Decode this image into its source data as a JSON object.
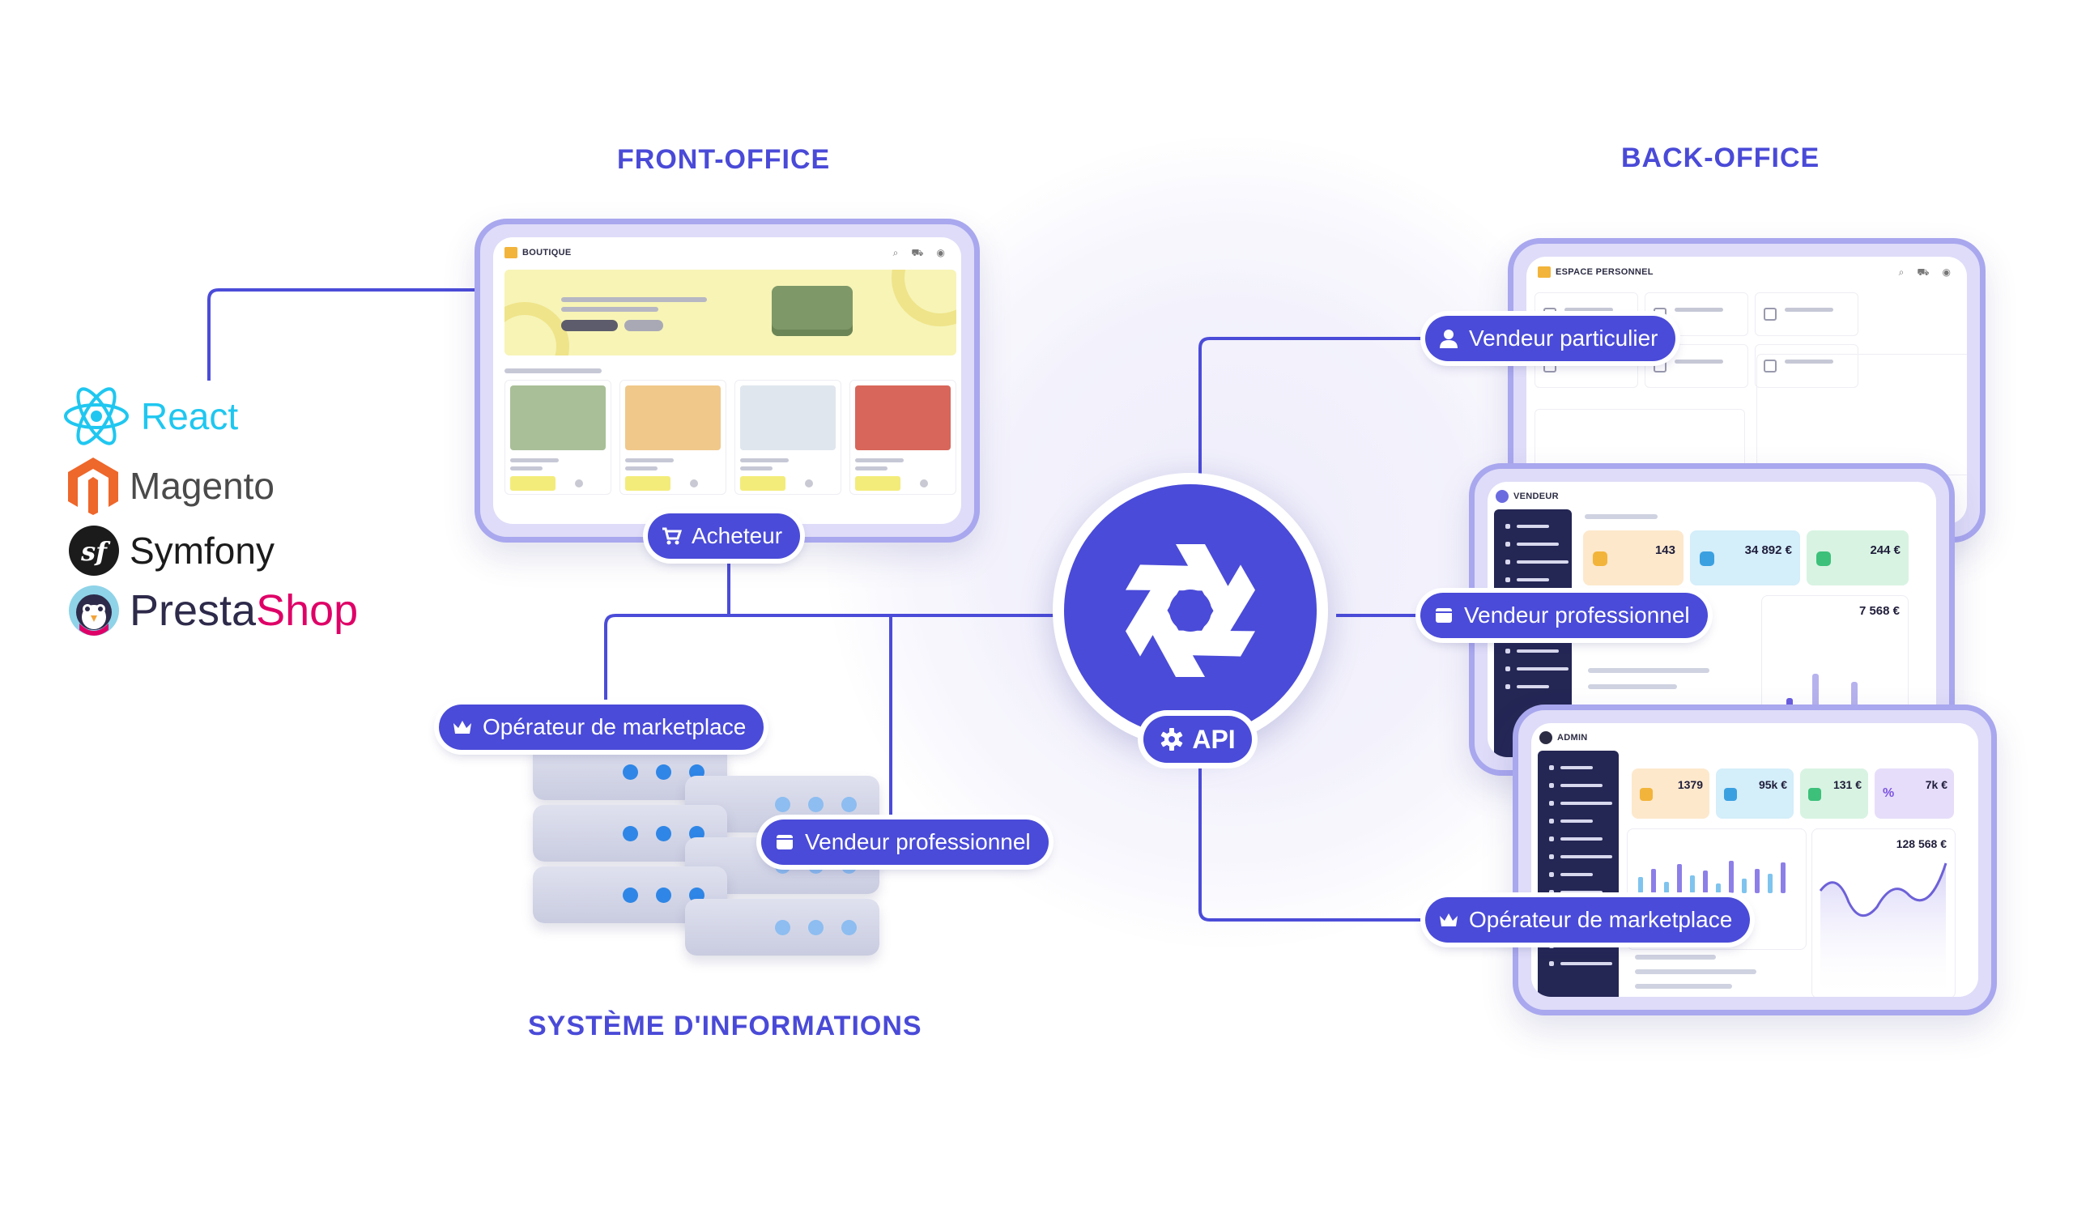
{
  "sections": {
    "front_office": "FRONT-OFFICE",
    "back_office": "BACK-OFFICE",
    "information_system": "SYSTÈME D'INFORMATIONS"
  },
  "technologies": [
    {
      "name": "React",
      "icon": "react-logo-icon",
      "color": "#1fc7f0"
    },
    {
      "name": "Magento",
      "icon": "magento-logo-icon",
      "color": "#ee672b"
    },
    {
      "name": "Symfony",
      "icon": "symfony-logo-icon",
      "color": "#1b1b1b"
    },
    {
      "name_part1": "Presta",
      "name_part2": "Shop",
      "icon": "prestashop-logo-icon",
      "color1": "#2d2a4a",
      "color2": "#df0067"
    }
  ],
  "roles": {
    "buyer": "Acheteur",
    "operator_left": "Opérateur de marketplace",
    "pro_seller_left": "Vendeur professionnel",
    "private_seller": "Vendeur particulier",
    "pro_seller_right": "Vendeur professionnel",
    "operator_right": "Opérateur de marketplace"
  },
  "api": {
    "label": "API",
    "logo": "izberg-logo-icon",
    "color": "#4a4bd8"
  },
  "screens": {
    "shop": {
      "title": "BOUTIQUE"
    },
    "personal": {
      "title": "ESPACE PERSONNEL"
    },
    "seller": {
      "title": "VENDEUR",
      "kpis": [
        "143",
        "34 892 €",
        "244 €"
      ],
      "total": "7 568 €"
    },
    "admin": {
      "title": "ADMIN",
      "kpis": [
        "1379",
        "95k €",
        "131 €",
        "7k €"
      ],
      "total": "128 568 €"
    }
  },
  "colors": {
    "accent": "#4a4bd8",
    "frame": "#a9a7ee",
    "title": "#4a4ad8"
  }
}
